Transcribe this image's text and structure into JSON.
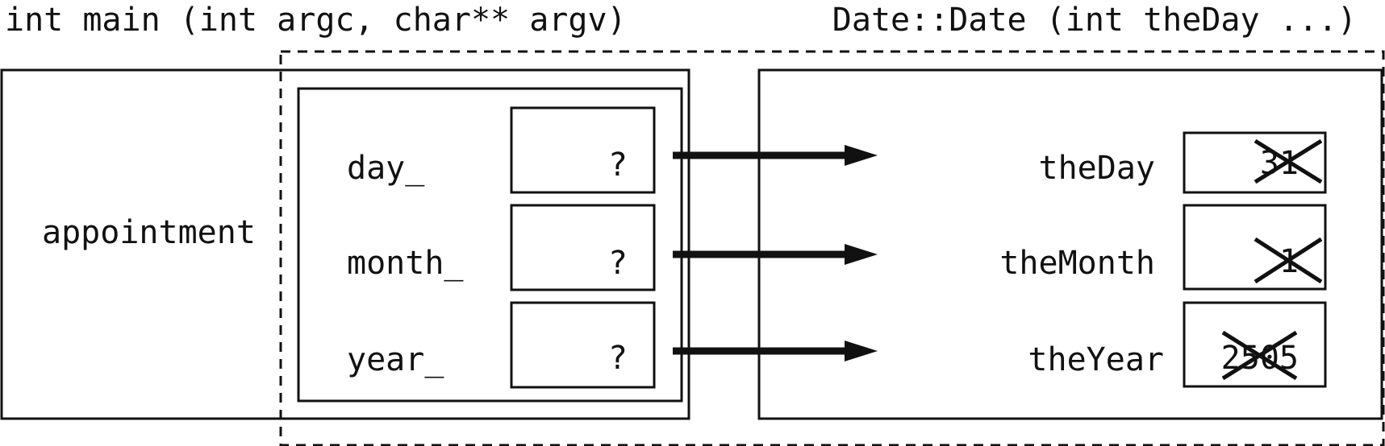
{
  "caller_signature": "int main (int argc, char** argv)",
  "callee_signature": "Date::Date (int theDay ...)",
  "caller_object": "appointment",
  "members": [
    {
      "name": "day_",
      "value": "?"
    },
    {
      "name": "month_",
      "value": "?"
    },
    {
      "name": "year_",
      "value": "?"
    }
  ],
  "parameters": [
    {
      "name": "theDay",
      "value": "31"
    },
    {
      "name": "theMonth",
      "value": "1"
    },
    {
      "name": "theYear",
      "value": "2505"
    }
  ]
}
